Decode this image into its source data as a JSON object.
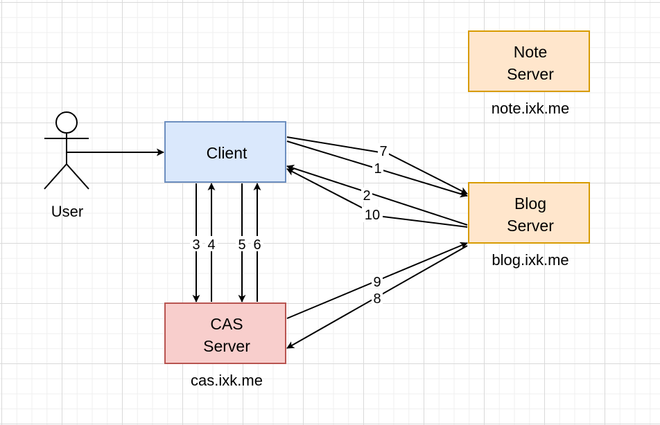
{
  "nodes": {
    "user": {
      "label": "User"
    },
    "client": {
      "label": "Client",
      "fill": "#dae8fc",
      "stroke": "#6c8ebf"
    },
    "cas": {
      "line1": "CAS",
      "line2": "Server",
      "caption": "cas.ixk.me",
      "fill": "#f8cecc",
      "stroke": "#b85450"
    },
    "blog": {
      "line1": "Blog",
      "line2": "Server",
      "caption": "blog.ixk.me",
      "fill": "#ffe6cc",
      "stroke": "#d79b00"
    },
    "note": {
      "line1": "Note",
      "line2": "Server",
      "caption": "note.ixk.me",
      "fill": "#ffe6cc",
      "stroke": "#d79b00"
    }
  },
  "edges": {
    "e1": "1",
    "e2": "2",
    "e3": "3",
    "e4": "4",
    "e5": "5",
    "e6": "6",
    "e7": "7",
    "e8": "8",
    "e9": "9",
    "e10": "10"
  }
}
